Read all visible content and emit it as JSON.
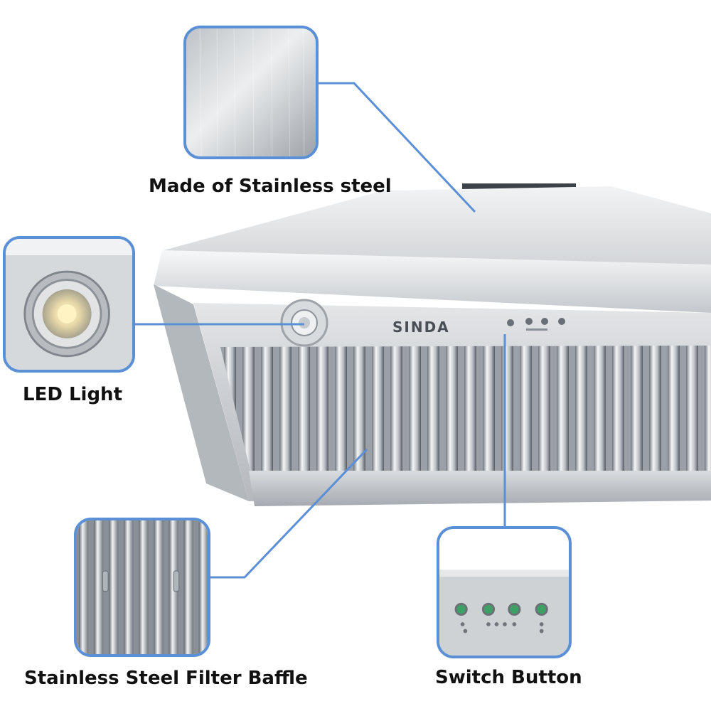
{
  "brand": {
    "logo_text": "SINDA"
  },
  "callouts": {
    "steel": {
      "label": "Made of Stainless steel",
      "icon": "steel-texture"
    },
    "led": {
      "label": "LED Light",
      "icon": "led-bulb"
    },
    "baffle": {
      "label": "Stainless Steel Filter Baffle",
      "icon": "baffle-filter"
    },
    "switch": {
      "label": "Switch Button",
      "icon": "control-buttons"
    }
  },
  "colors": {
    "callout_border": "#5b8fd6",
    "callout_line": "#5b8fd6",
    "steel_light": "#e9ebed",
    "steel_mid": "#c3c7cb",
    "steel_dark": "#8c9197",
    "button_green": "#3fa066"
  }
}
